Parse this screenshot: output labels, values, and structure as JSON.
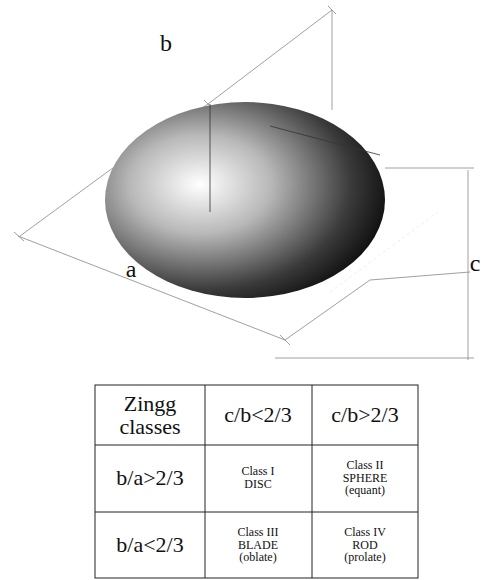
{
  "diagram": {
    "labels": [
      "b",
      "a",
      "c",
      "Zingg classes",
      "c/b<2/3",
      "c/b>2/3",
      "b/a>2/3",
      "Class I DISC",
      "Class II SPHERE (equant)",
      "b/a<2/3",
      "Class III BLADE (oblate)",
      "Class IV ROD (prolate)"
    ]
  }
}
